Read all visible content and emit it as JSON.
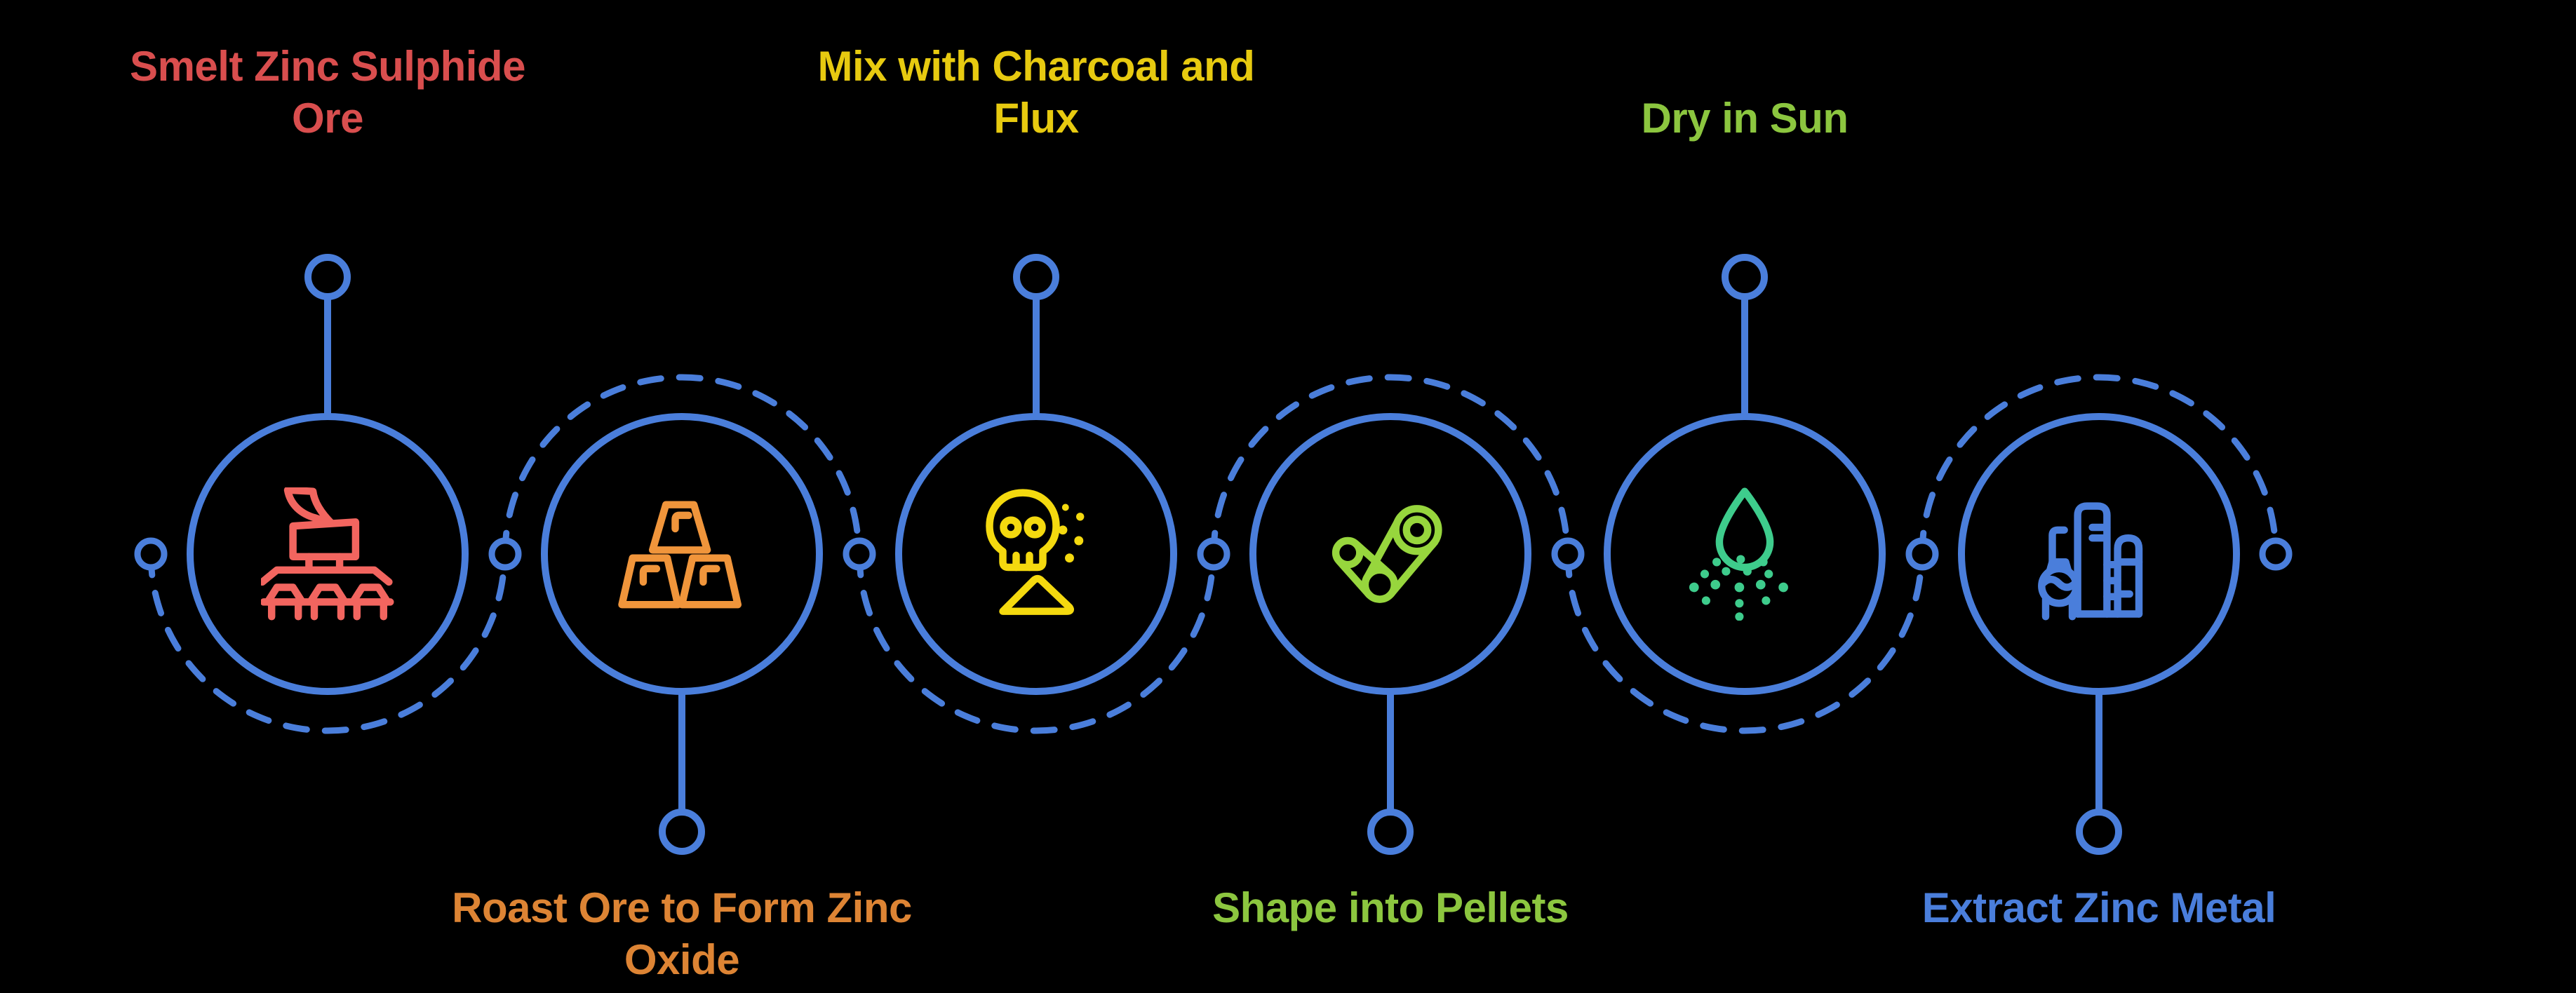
{
  "title": "Zinc extraction process flow",
  "theme": {
    "background": "#000000",
    "accent_blue": "#4a7edb"
  },
  "steps": [
    {
      "id": 1,
      "label": "Smelt Zinc Sulphide Ore",
      "lines": [
        "Smelt Zinc Sulphide",
        "Ore"
      ],
      "label_position": "top",
      "text_color": "#d94e4e",
      "icon_color": "#f2655f",
      "icon": "smelting-furnace-icon"
    },
    {
      "id": 2,
      "label": "Roast Ore to Form Zinc Oxide",
      "lines": [
        "Roast Ore to Form Zinc",
        "Oxide"
      ],
      "label_position": "bottom",
      "text_color": "#dd8434",
      "icon_color": "#f0953b",
      "icon": "zinc-ingots-icon"
    },
    {
      "id": 3,
      "label": "Mix with Charcoal and Flux",
      "lines": [
        "Mix with Charcoal and",
        "Flux"
      ],
      "label_position": "top",
      "text_color": "#e7ca10",
      "icon_color": "#f4d90f",
      "icon": "toxic-skull-icon"
    },
    {
      "id": 4,
      "label": "Shape into Pellets",
      "lines": [
        "Shape into Pellets"
      ],
      "label_position": "bottom",
      "text_color": "#8cc63f",
      "icon_color": "#97d63d",
      "icon": "pellet-linkage-icon"
    },
    {
      "id": 5,
      "label": "Dry in Sun",
      "lines": [
        "Dry in Sun"
      ],
      "label_position": "top",
      "text_color": "#8cc63f",
      "icon_color": "#3ecc8c",
      "icon": "drying-drop-icon"
    },
    {
      "id": 6,
      "label": "Extract Zinc Metal",
      "lines": [
        "Extract Zinc Metal"
      ],
      "label_position": "bottom",
      "text_color": "#4a7edb",
      "icon_color": "#4a7edb",
      "icon": "zinc-refinery-icon"
    }
  ]
}
